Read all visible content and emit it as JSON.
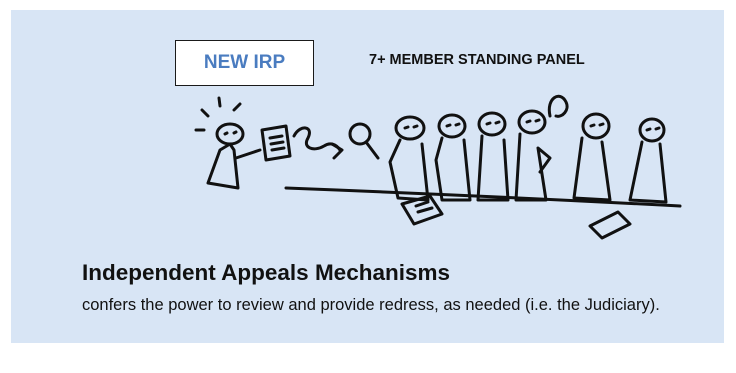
{
  "badge": {
    "label": "NEW IRP"
  },
  "panel_label": "7+ MEMBER STANDING PANEL",
  "heading": "Independent Appeals Mechanisms",
  "description": "confers the power to review and provide redress, as needed (i.e. the Judiciary).",
  "colors": {
    "background": "#d8e5f5",
    "badge_text": "#4a7cc0",
    "ink": "#111111"
  },
  "illustration": {
    "icon": "appeals-panel-sketch"
  }
}
